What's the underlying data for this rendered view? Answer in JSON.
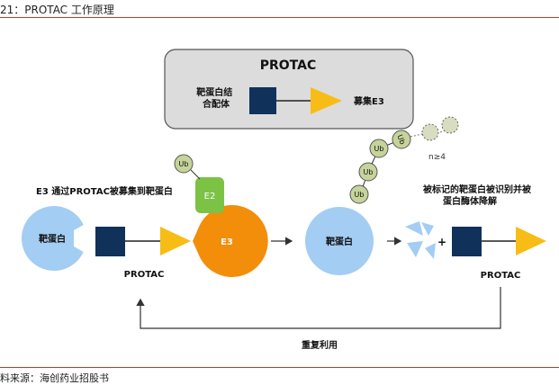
{
  "caption": "21：PROTAC 工作原理",
  "source": "料来源：海创药业招股书",
  "protac_box": {
    "title": "PROTAC",
    "target_ligand_label": "靶蛋白结\n合配体",
    "recruit_label": "募集E3"
  },
  "step1": {
    "caption": "E3 通过PROTAC被募集到靶蛋白",
    "target_label": "靶蛋白",
    "protac_label": "PROTAC",
    "ub_label": "Ub",
    "e2_label": "E2",
    "e3_label": "E3"
  },
  "step2": {
    "target_label": "靶蛋白",
    "ub_chain": [
      "Ub",
      "Ub",
      "Ub",
      "Ub"
    ],
    "n_label": "n≥4"
  },
  "step3": {
    "caption": "被标记的靶蛋白被识别并被\n蛋白酶体降解",
    "plus": "+",
    "protac_label": "PROTAC"
  },
  "recycle_label": "重复利用",
  "colors": {
    "target_blue": "#a3cdf3",
    "linker_navy": "#10325a",
    "ligand_yellow": "#f8bc16",
    "e3_orange": "#f28e0a",
    "e2_green": "#7cc245",
    "ub_green": "#c6d39a",
    "box_gray": "#dcdcdc",
    "rule_red": "#c0392b"
  }
}
